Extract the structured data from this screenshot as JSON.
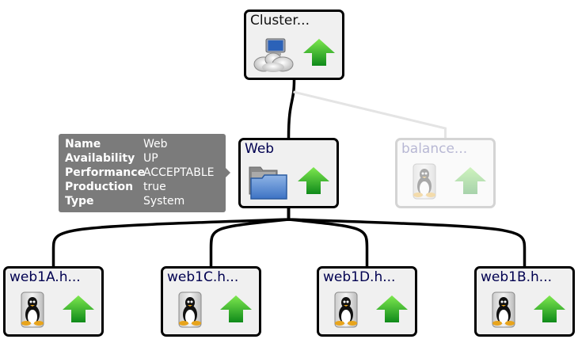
{
  "diagram": {
    "nodes": [
      {
        "id": "cluster",
        "label": "Cluster...",
        "icon": "cloud-computer-icon",
        "status": "up-arrow-icon",
        "availability": "UP",
        "faded": false
      },
      {
        "id": "web",
        "label": "Web",
        "icon": "folder-icon",
        "status": "up-arrow-icon",
        "availability": "UP",
        "faded": false
      },
      {
        "id": "balance",
        "label": "balance...",
        "icon": "linux-tux-icon",
        "status": "up-arrow-icon",
        "availability": "UP",
        "faded": true
      },
      {
        "id": "web1A",
        "label": "web1A.h...",
        "icon": "linux-tux-icon",
        "status": "up-arrow-icon",
        "availability": "UP",
        "faded": false
      },
      {
        "id": "web1C",
        "label": "web1C.h...",
        "icon": "linux-tux-icon",
        "status": "up-arrow-icon",
        "availability": "UP",
        "faded": false
      },
      {
        "id": "web1D",
        "label": "web1D.h...",
        "icon": "linux-tux-icon",
        "status": "up-arrow-icon",
        "availability": "UP",
        "faded": false
      },
      {
        "id": "web1B",
        "label": "web1B.h...",
        "icon": "linux-tux-icon",
        "status": "up-arrow-icon",
        "availability": "UP",
        "faded": false
      }
    ],
    "edges": [
      {
        "from": "cluster",
        "to": "web",
        "faded": false
      },
      {
        "from": "cluster",
        "to": "balance",
        "faded": true
      },
      {
        "from": "web",
        "to": "web1A",
        "faded": false
      },
      {
        "from": "web",
        "to": "web1C",
        "faded": false
      },
      {
        "from": "web",
        "to": "web1D",
        "faded": false
      },
      {
        "from": "web",
        "to": "web1B",
        "faded": false
      }
    ],
    "colors": {
      "edge": "#000000",
      "edge_faded": "#e4e4e4",
      "status_up": "#1fa81f",
      "tooltip_bg": "#7b7b7b",
      "label": "#000050"
    }
  },
  "tooltip": {
    "target": "web",
    "rows": [
      {
        "key": "Name",
        "value": "Web"
      },
      {
        "key": "Availability",
        "value": "UP"
      },
      {
        "key": "Performance",
        "value": "ACCEPTABLE"
      },
      {
        "key": "Production",
        "value": "true"
      },
      {
        "key": "Type",
        "value": "System"
      }
    ]
  }
}
